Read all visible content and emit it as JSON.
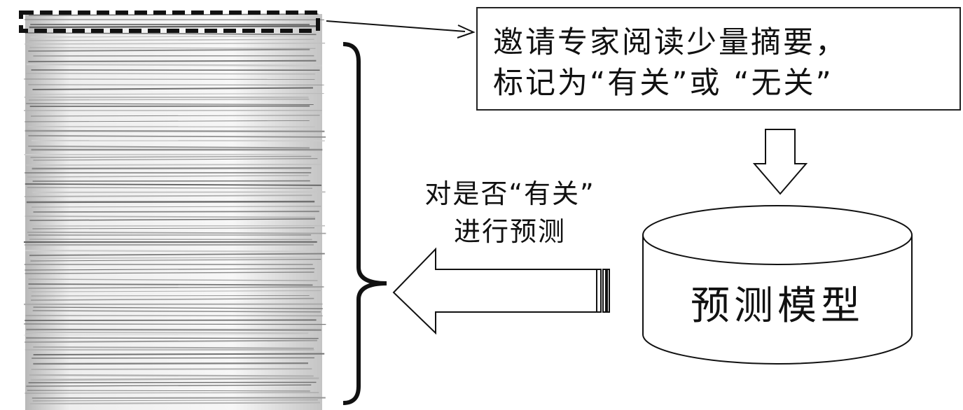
{
  "instruction": {
    "line1": "邀请专家阅读少量摘要，",
    "line2": "标记为“有关”或 “无关”"
  },
  "predict_label": {
    "line1": "对是否“有关”",
    "line2": "进行预测"
  },
  "model_label": "预测模型",
  "colors": {
    "ink": "#111111",
    "paper_light": "#f4f4f4",
    "paper_shadow": "#8c8c8c",
    "background": "#ffffff"
  }
}
